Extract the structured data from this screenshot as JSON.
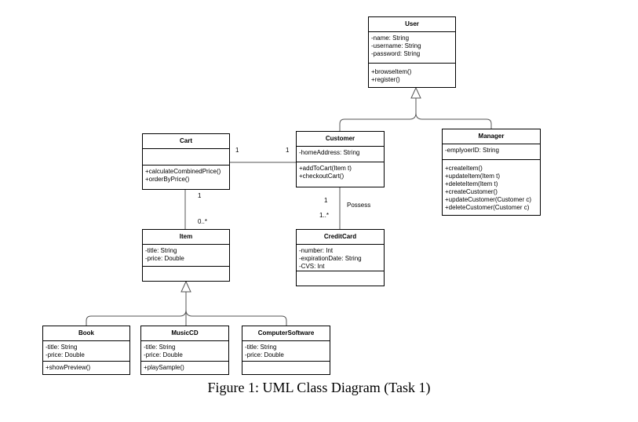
{
  "classes": {
    "user": {
      "name": "User",
      "attributes": [
        "-name: String",
        "-username: String",
        "-password: String"
      ],
      "operations": [
        "+browseItem()",
        "+register()"
      ]
    },
    "cart": {
      "name": "Cart",
      "attributes": [],
      "operations": [
        "+calculateCombinedPrice()",
        "+orderByPrice()"
      ]
    },
    "customer": {
      "name": "Customer",
      "attributes": [
        "-homeAddress: String"
      ],
      "operations": [
        "+addToCart(Item t)",
        "+checkoutCart()"
      ]
    },
    "manager": {
      "name": "Manager",
      "attributes": [
        "-emplyoerID: String"
      ],
      "operations": [
        "+createItem()",
        "+updateItem(Item t)",
        "+deleteItem(Item t)",
        "+createCustomer()",
        "+updateCustomer(Customer c)",
        "+deleteCustomer(Customer c)"
      ]
    },
    "item": {
      "name": "Item",
      "attributes": [
        "-title: String",
        "-price: Double"
      ],
      "operations": []
    },
    "creditcard": {
      "name": "CreditCard",
      "attributes": [
        "-number: Int",
        "-expirationDate: String",
        "-CVS: Int"
      ],
      "operations": []
    },
    "book": {
      "name": "Book",
      "attributes": [
        "-title: String",
        "-price: Double"
      ],
      "operations": [
        "+showPreview()"
      ]
    },
    "musiccd": {
      "name": "MusicCD",
      "attributes": [
        "-title: String",
        "-price: Double"
      ],
      "operations": [
        "+playSample()"
      ]
    },
    "software": {
      "name": "ComputerSoftware",
      "attributes": [
        "-title: String",
        "-price: Double"
      ],
      "operations": []
    }
  },
  "multiplicities": {
    "cart_customer_cart_end": "1",
    "cart_customer_customer_end": "1",
    "cart_item_cart_end": "1",
    "cart_item_item_end": "0..*",
    "customer_card_customer_end": "1",
    "customer_card_card_end": "1..*"
  },
  "associations": {
    "customer_card_label": "Possess"
  },
  "caption": "Figure 1: UML Class Diagram (Task 1)"
}
